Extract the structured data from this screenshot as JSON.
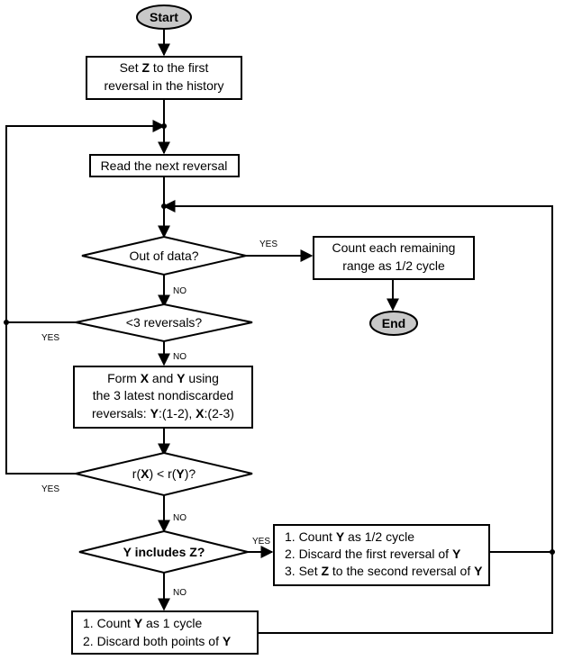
{
  "start_label": "Start",
  "end_label": "End",
  "set_z": {
    "line1_a": "Set ",
    "line1_b": "Z",
    "line1_c": " to the first",
    "line2": "reversal in the history"
  },
  "read_next": "Read the next reversal",
  "out_of_data": "Out of data?",
  "count_remaining": {
    "line1": "Count each remaining",
    "line2": "range as 1/2 cycle"
  },
  "less_than_3": "<3 reversals?",
  "form_xy": {
    "line1_a": "Form ",
    "line1_b": "X",
    "line1_c": " and ",
    "line1_d": "Y",
    "line1_e": " using",
    "line2": "the 3 latest nondiscarded",
    "line3_a": "reversals: ",
    "line3_b": "Y",
    "line3_c": ":(1-2), ",
    "line3_d": "X",
    "line3_e": ":(2-3)"
  },
  "compare": {
    "a": "r(",
    "b": "X",
    "c": ") < r(",
    "d": "Y",
    "e": ")?"
  },
  "y_includes_z": {
    "a": "Y",
    "b": " includes ",
    "c": "Z",
    "d": "?"
  },
  "half_cycle": {
    "line1_a": "1. Count ",
    "line1_b": "Y",
    "line1_c": " as 1/2 cycle",
    "line2_a": "2. Discard the first reversal of ",
    "line2_b": "Y",
    "line3_a": "3. Set ",
    "line3_b": "Z",
    "line3_c": " to the second reversal of ",
    "line3_d": "Y"
  },
  "full_cycle": {
    "line1_a": "1. Count ",
    "line1_b": "Y",
    "line1_c": " as 1 cycle",
    "line2_a": "2. Discard both points of ",
    "line2_b": "Y"
  },
  "labels": {
    "yes": "YES",
    "no": "NO"
  }
}
